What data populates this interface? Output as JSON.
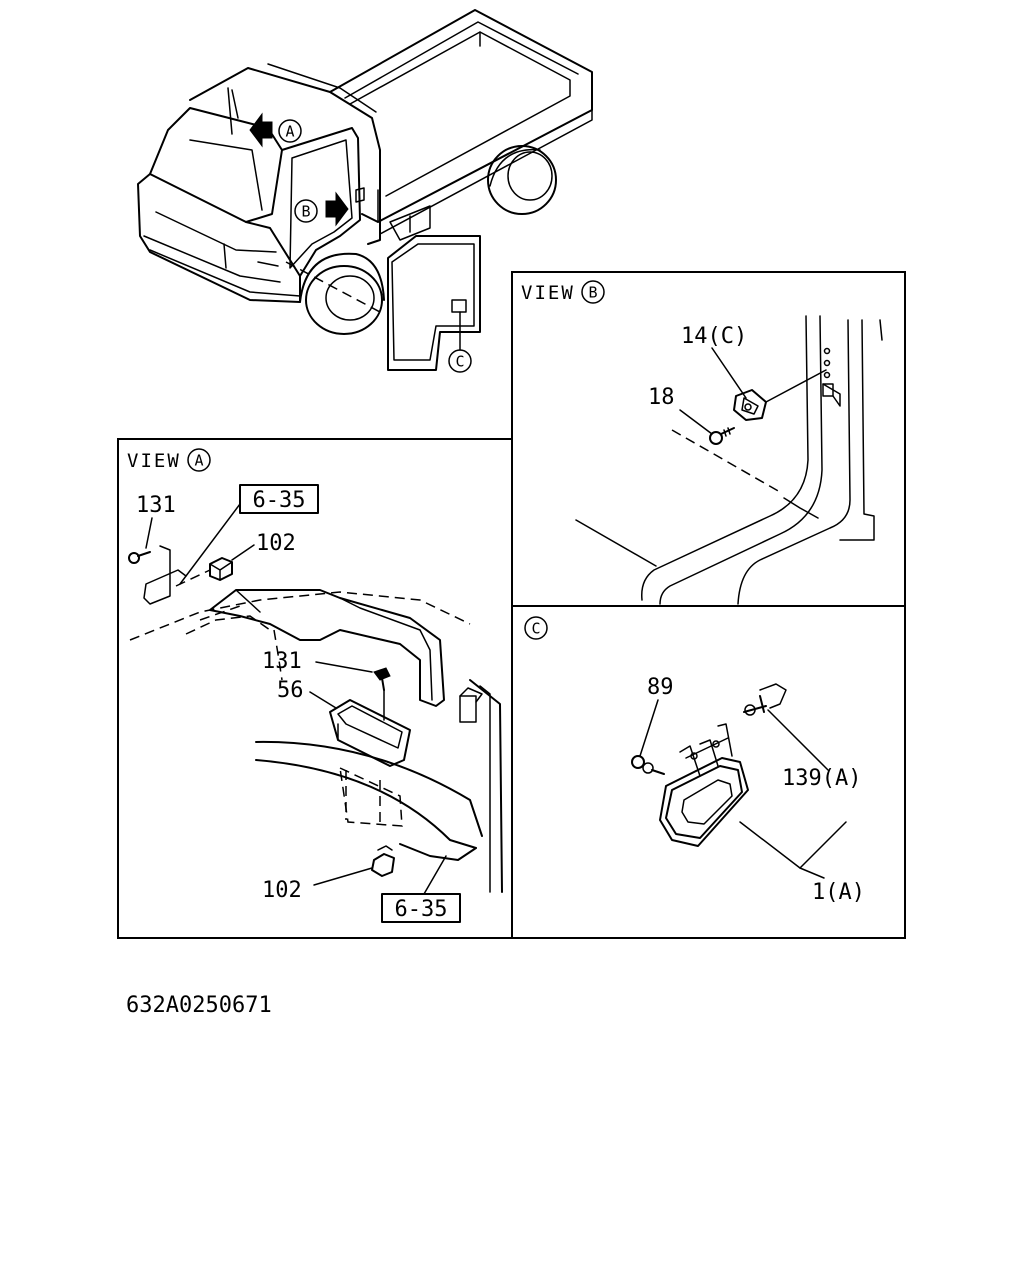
{
  "labels": {
    "view_a_text": "VIEW",
    "view_b_text": "VIEW",
    "circle_a": "A",
    "circle_b": "B",
    "circle_c": "C",
    "part_131_top": "131",
    "ref_6_35_top": "6-35",
    "part_102_top": "102",
    "part_131_mid": "131",
    "part_56": "56",
    "part_102_bottom": "102",
    "ref_6_35_bottom": "6-35",
    "part_14c": "14(C)",
    "part_18": "18",
    "part_89": "89",
    "part_139a": "139(A)",
    "part_1a": "1(A)"
  },
  "drawing_code": "632A0250671"
}
